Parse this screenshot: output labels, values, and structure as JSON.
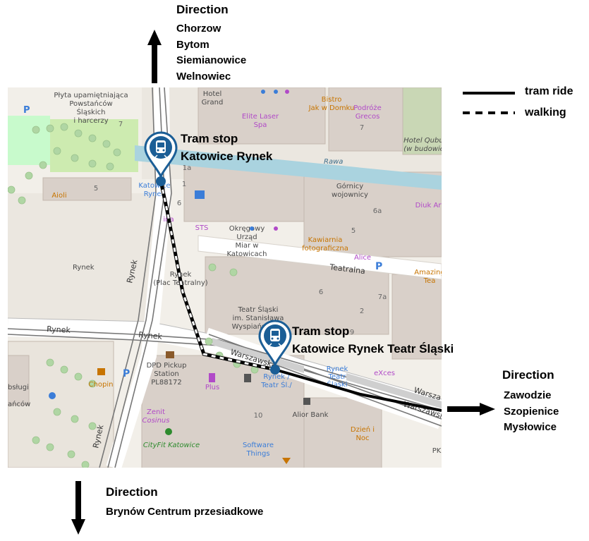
{
  "north": {
    "title": "Direction",
    "stops": [
      "Chorzow",
      "Bytom",
      "Siemianowice",
      "Welnowiec"
    ]
  },
  "east": {
    "title": "Direction",
    "stops": [
      "Zawodzie",
      "Szopienice",
      "Mysłowice"
    ]
  },
  "south": {
    "title": "Direction",
    "stops": [
      "Brynów Centrum przesiadkowe"
    ]
  },
  "legend": {
    "items": [
      {
        "label": "tram ride",
        "style": "solid"
      },
      {
        "label": "walking",
        "style": "dashed"
      }
    ]
  },
  "stops": {
    "rynek": {
      "line1": "Tram stop",
      "line2": "Katowice Rynek"
    },
    "teatr": {
      "line1": "Tram stop",
      "line2": "Katowice Rynek Teatr Śląski"
    }
  },
  "colors": {
    "marker": "#1b5e96",
    "route": "#000000",
    "building": "#d9d0c9",
    "water": "#aad3df",
    "park": "#c8facc",
    "road": "#ffffff",
    "tram_track": "#777777"
  },
  "map": {
    "labels": {
      "plyta": [
        "Płyta upamiętniająca",
        "Powstańców",
        "Śląskich",
        "i harcerzy"
      ],
      "hotel_grand": [
        "Hotel",
        "Grand"
      ],
      "elite": [
        "Elite Laser",
        "Spa"
      ],
      "bistro": [
        "Bistro",
        "Jak w Domku"
      ],
      "podroze": [
        "Podróże",
        "Grecos"
      ],
      "hotel_qubus": [
        "Hotel Qubus",
        "(w budowie)"
      ],
      "rawa": "Rawa",
      "gornicy": [
        "Górnicy",
        "wojownicy"
      ],
      "aioli": "Aioli",
      "diuk": "Diuk Art",
      "rynek_area": "Rynek",
      "rynek_plac": [
        "Rynek",
        "(Plac Teatralny)"
      ],
      "sts": "STS",
      "urzad": [
        "Okręgowy",
        "Urząd",
        "Miar w",
        "Katowicach"
      ],
      "kawiarnia": [
        "Kawiarnia",
        "fotograficzna"
      ],
      "alice": "Alice",
      "teatralna": "Teatralna",
      "amazing": [
        "Amazing",
        "Tea"
      ],
      "teatr": [
        "Teatr Śląski",
        "im. Stanisława",
        "Wyspiańskiego"
      ],
      "rynek_road1": "Rynek",
      "rynek_road2": "Rynek",
      "warszawska1": "Warszawska",
      "warszawska2": "Warszawska",
      "warszawska3": "Warszawska",
      "dpd": [
        "DPD Pickup",
        "Station",
        "PL88172"
      ],
      "chopin": "Chopin",
      "plus": "Plus",
      "tram_stop_n": [
        "Katowice",
        "Rynek"
      ],
      "tram_stop_s": [
        "Rynek /",
        "Teatr Śl./"
      ],
      "tram_stop_e": [
        "Rynek",
        "Teatr",
        "Śląski"
      ],
      "excess": "eXces",
      "obslugi": [
        "bsługi",
        "ańców"
      ],
      "zenit": [
        "Zenit",
        "Cosinus"
      ],
      "cityfit": "CityFit Katowice",
      "alior": "Alior Bank",
      "software": [
        "Software",
        "Things"
      ],
      "dzien": [
        "Dzień i",
        "Noc"
      ],
      "pk": "PK",
      "rynek_vert": "Rynek",
      "rynek_vert2": "Rynek",
      "pina": "ina",
      "house_numbers": [
        "7",
        "5",
        "1a",
        "1",
        "6",
        "7",
        "6a",
        "5",
        "6",
        "7a",
        "10",
        "2",
        "9"
      ]
    }
  }
}
